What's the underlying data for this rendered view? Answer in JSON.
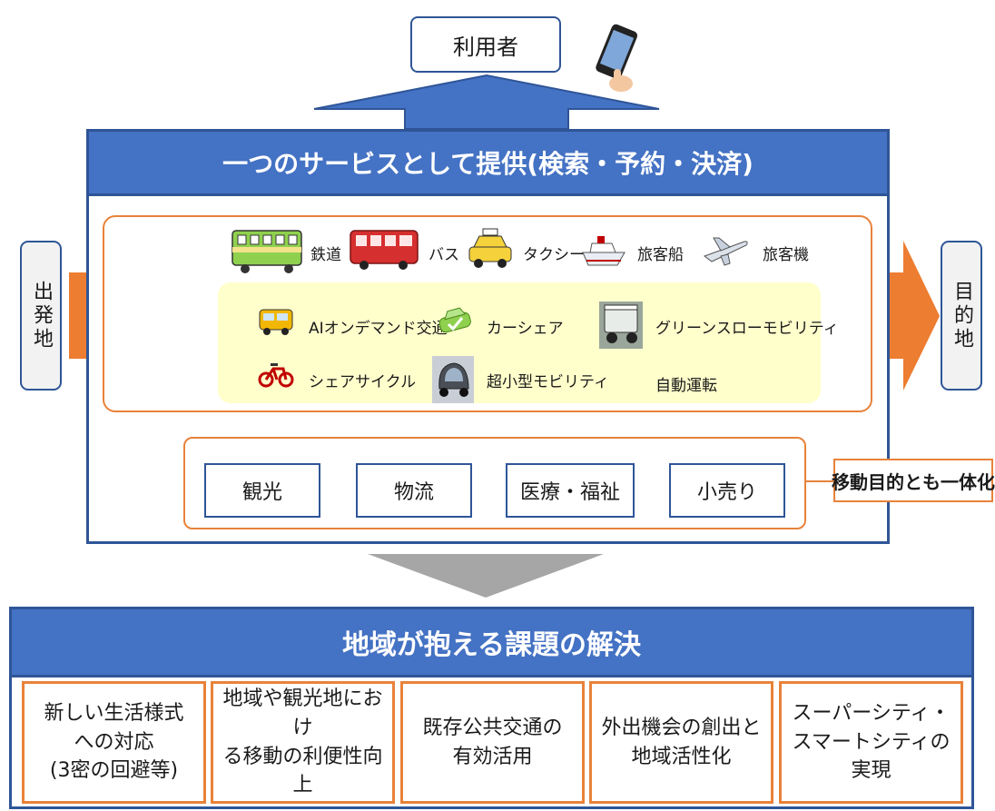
{
  "user": {
    "label": "利用者"
  },
  "service": {
    "title": "一つのサービスとして提供(検索・予約・決済)"
  },
  "origin": {
    "label": "出発地"
  },
  "destination": {
    "label": "目的地"
  },
  "transport_modes": [
    {
      "label": "鉄道",
      "icon": "train-icon"
    },
    {
      "label": "バス",
      "icon": "bus-icon"
    },
    {
      "label": "タクシー",
      "icon": "taxi-icon"
    },
    {
      "label": "旅客船",
      "icon": "ship-icon"
    },
    {
      "label": "旅客機",
      "icon": "airplane-icon"
    }
  ],
  "new_mobility": [
    {
      "label": "AIオンデマンド交通",
      "icon": "ondemand-bus-icon"
    },
    {
      "label": "カーシェア",
      "icon": "carshare-icon"
    },
    {
      "label": "グリーンスローモビリティ",
      "icon": "green-slow-mobility-icon"
    },
    {
      "label": "シェアサイクル",
      "icon": "share-cycle-icon"
    },
    {
      "label": "超小型モビリティ",
      "icon": "micro-mobility-icon"
    },
    {
      "label": "自動運転",
      "icon": ""
    }
  ],
  "purposes": [
    {
      "label": "観光"
    },
    {
      "label": "物流"
    },
    {
      "label": "医療・福祉"
    },
    {
      "label": "小売り"
    }
  ],
  "integration": {
    "label": "移動目的とも一体化"
  },
  "issues": {
    "title": "地域が抱える課題の解決",
    "items": [
      {
        "label": "新しい生活様式\nへの対応\n(3密の回避等)"
      },
      {
        "label": "地域や観光地におけ\nる移動の利便性向上"
      },
      {
        "label": "既存公共交通の\n有効活用"
      },
      {
        "label": "外出機会の創出と\n地域活性化"
      },
      {
        "label": "スーパーシティ・\nスマートシティの\n実現"
      }
    ]
  },
  "colors": {
    "blue_header": "#4472c4",
    "blue_border": "#2f5597",
    "orange": "#e8823a",
    "light_yellow": "#ffffcc",
    "gray_arrow": "#a6a6a6"
  }
}
